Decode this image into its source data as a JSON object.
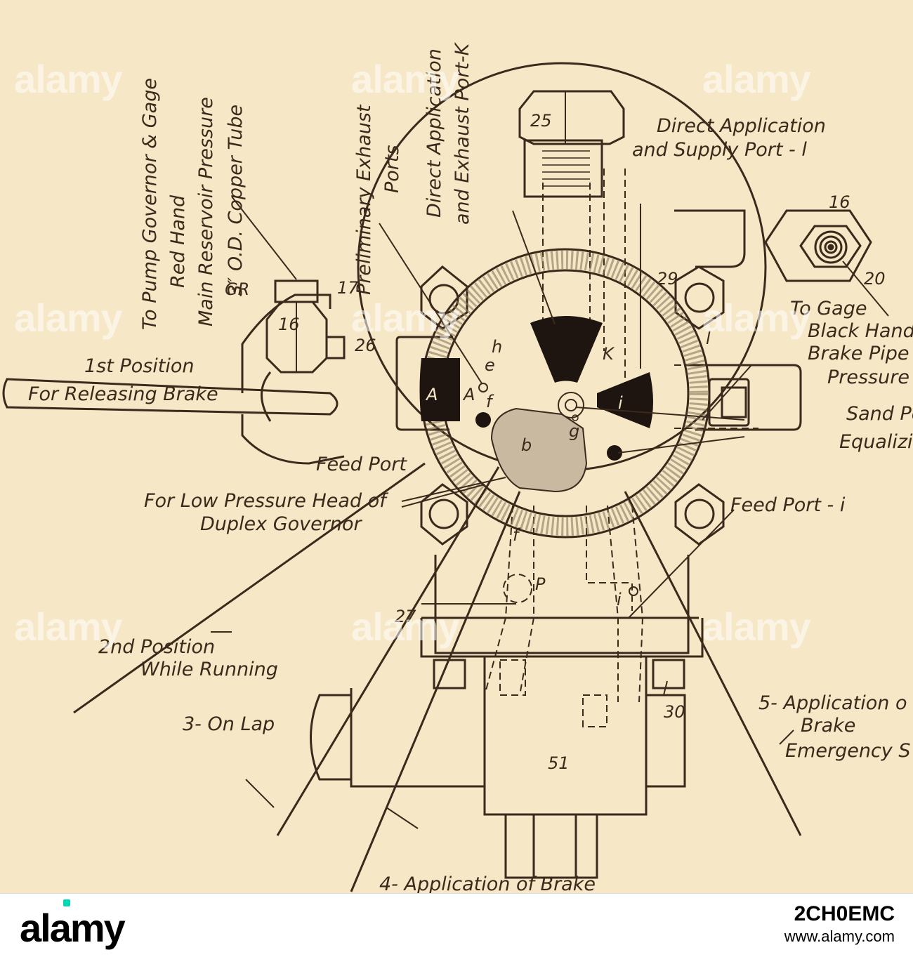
{
  "labels": {
    "vertical_governor": "To Pump Governor & Gage",
    "vertical_red_hand": "Red Hand",
    "vertical_main_reservoir": "Main Reservoir Pressure",
    "vertical_copper_tube": "3″ O.D. Copper Tube",
    "copper_fraction": "8",
    "vertical_prelim_1": "Preliminary Exhaust",
    "vertical_prelim_2": "Ports",
    "vertical_direct_1": "Direct Application",
    "vertical_direct_2": "and Exhaust Port-K",
    "direct_supply_1": "Direct Application",
    "direct_supply_2": "and Supply Port - l",
    "gage_1": "To Gage",
    "gage_2": "Black Hand",
    "gage_3": "Brake Pipe",
    "gage_4": "Pressure",
    "sand_port": "Sand Po",
    "equalizing": "Equalizing",
    "feed_port_i": "Feed Port - i",
    "feed_port": "Feed Port",
    "first_pos_1": "1st Position",
    "first_pos_2": "For Releasing Brake",
    "low_pressure_1": "For Low Pressure Head of",
    "low_pressure_2": "Duplex Governor",
    "second_pos_1": "2nd Position",
    "second_pos_2": "While Running",
    "on_lap": "3- On Lap",
    "app5_1": "5- Application o",
    "app5_2": "Brake",
    "app5_3": "Emergency S",
    "app4": "4- Application of Brake"
  },
  "parts": {
    "p25": "25",
    "p16": "16",
    "p16b": "16",
    "p17": "17",
    "pGR": "GR",
    "p26": "26",
    "p29": "29",
    "p20": "20",
    "p27": "27",
    "p30": "30",
    "p51": "51",
    "pA": "A",
    "pA2": "A",
    "pf": "f",
    "pf2": "f",
    "pe": "e",
    "ph": "h",
    "pb": "b",
    "pi": "i",
    "pi2": "i",
    "pK": "K",
    "pl": "l",
    "pg": "g",
    "pP": "P"
  },
  "watermark": "alamy",
  "footer": {
    "logo": "alamy",
    "stock_id": "2CH0EMC",
    "site": "www.alamy.com"
  },
  "colors": {
    "paper": "#f6e7c6",
    "ink": "#3b2a1c",
    "accent": "#00d8b6"
  }
}
